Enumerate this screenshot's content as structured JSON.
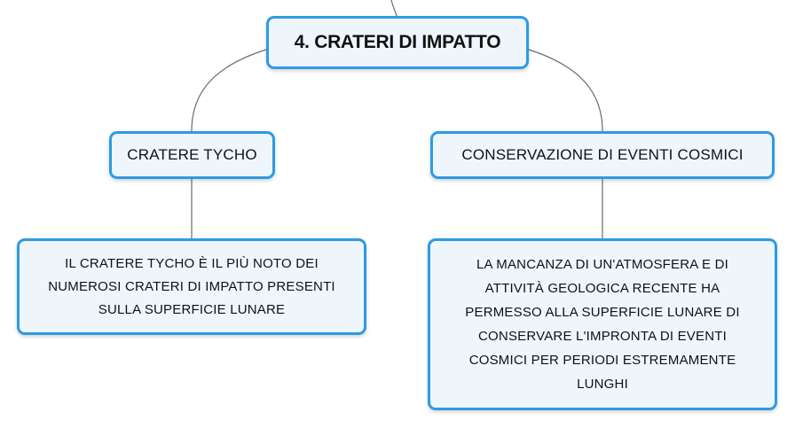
{
  "mindmap": {
    "root": {
      "label": "4. CRATERI DI IMPATTO"
    },
    "left_branch": {
      "label": "CRATERE TYCHO",
      "detail": "IL CRATERE TYCHO È IL PIÙ NOTO DEI NUMEROSI CRATERI DI IMPATTO PRESENTI SULLA SUPERFICIE LUNARE"
    },
    "right_branch": {
      "label": "CONSERVAZIONE DI EVENTI COSMICI",
      "detail": "LA MANCANZA DI UN'ATMOSFERA E DI ATTIVITÀ GEOLOGICA RECENTE HA PERMESSO ALLA SUPERFICIE LUNARE DI CONSERVARE L'IMPRONTA DI EVENTI COSMICI PER PERIODI ESTREMAMENTE LUNGHI"
    }
  },
  "colors": {
    "node_border": "#2d9be4",
    "node_fill": "#eef6fc",
    "connector": "#6b6b6b"
  }
}
